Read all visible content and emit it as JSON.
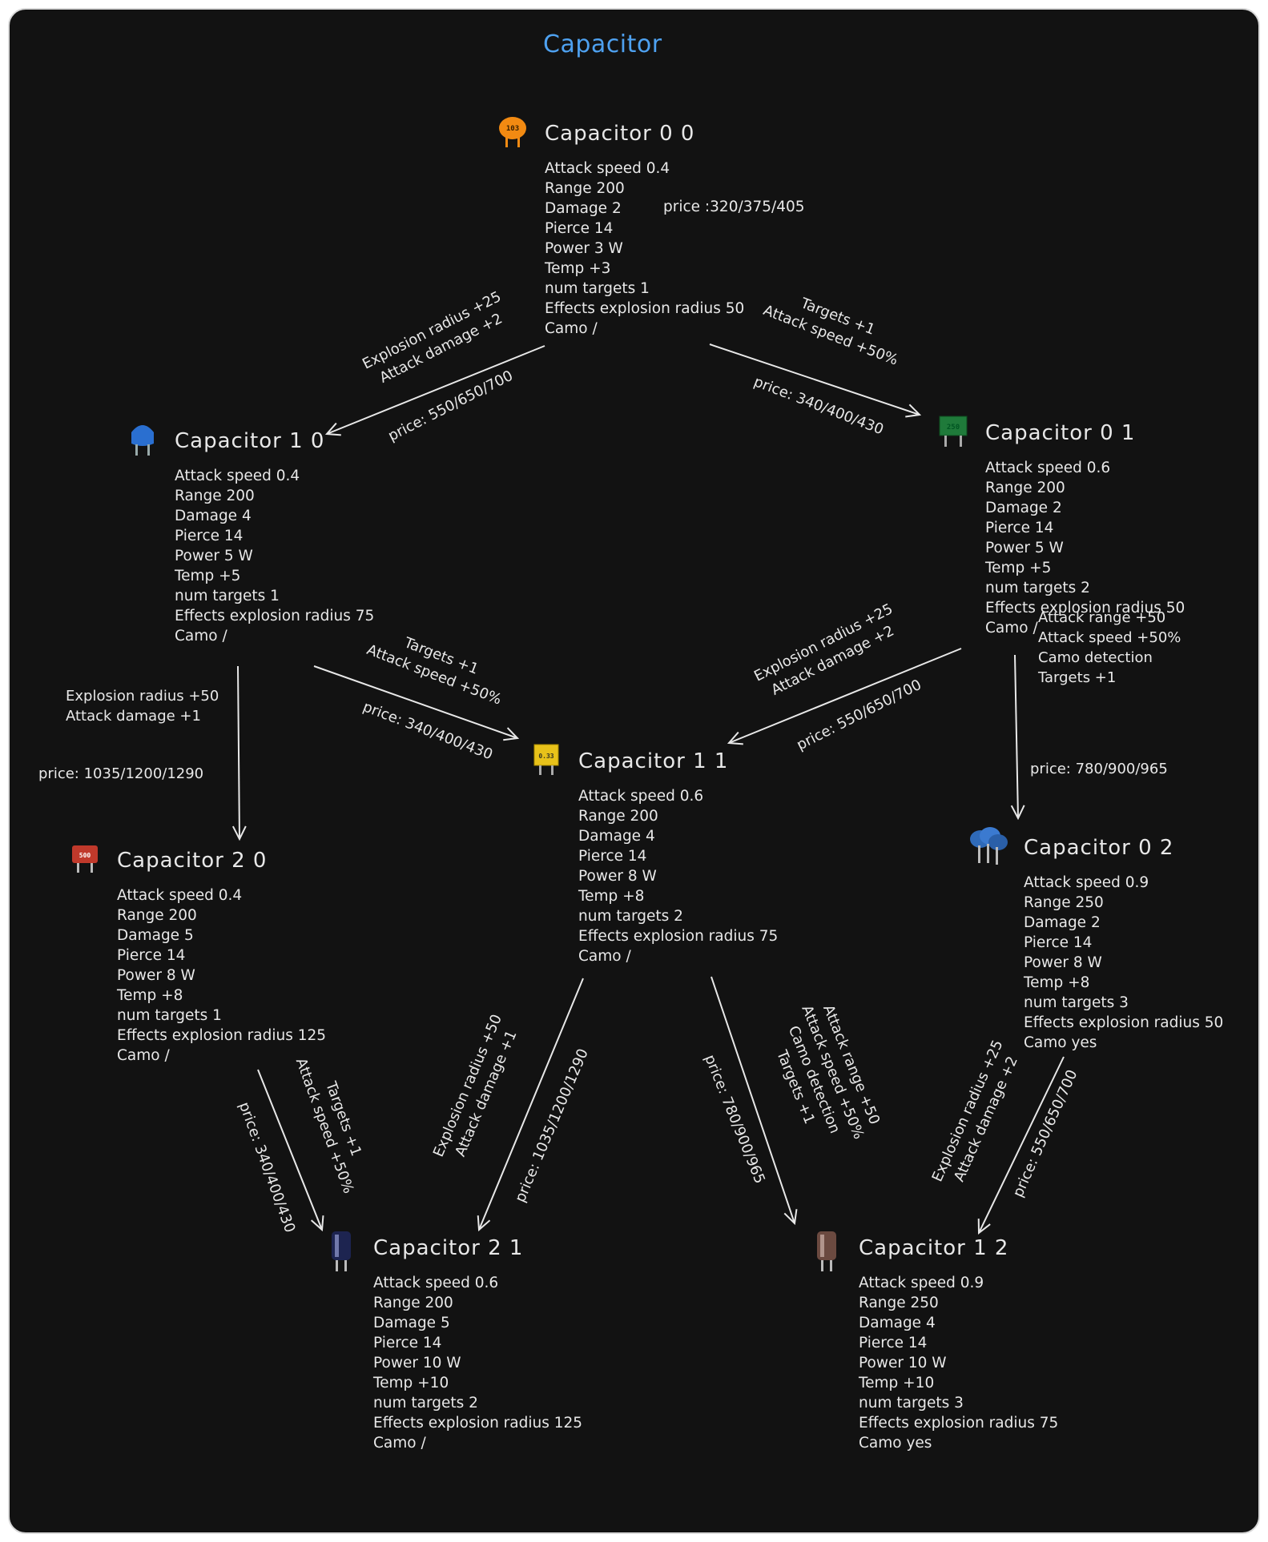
{
  "title": "Capacitor",
  "nodes": [
    {
      "id": "n00",
      "name": "Capacitor 0 0",
      "icon": "orange-ceramic-capacitor-icon",
      "icon_text": "103",
      "stats": [
        "Attack speed 0.4",
        "Range 200",
        "Damage 2",
        "Pierce 14",
        "Power 3 W",
        "Temp +3",
        "num targets 1",
        "Effects explosion radius 50",
        "Camo /"
      ],
      "price": "price :320/375/405"
    },
    {
      "id": "n10",
      "name": "Capacitor 1 0",
      "icon": "blue-ceramic-capacitor-icon",
      "stats": [
        "Attack speed 0.4",
        "Range 200",
        "Damage 4",
        "Pierce 14",
        "Power 5 W",
        "Temp +5",
        "num targets 1",
        "Effects explosion radius 75",
        "Camo /"
      ]
    },
    {
      "id": "n01",
      "name": "Capacitor 0 1",
      "icon": "green-box-capacitor-icon",
      "icon_text": "250",
      "stats": [
        "Attack speed 0.6",
        "Range 200",
        "Damage 2",
        "Pierce 14",
        "Power 5 W",
        "Temp +5",
        "num targets 2",
        "Effects explosion radius 50",
        "Camo /"
      ]
    },
    {
      "id": "n11",
      "name": "Capacitor 1 1",
      "icon": "yellow-box-capacitor-icon",
      "icon_text": "0.33",
      "stats": [
        "Attack speed 0.6",
        "Range 200",
        "Damage 4",
        "Pierce 14",
        "Power 8 W",
        "Temp +8",
        "num targets 2",
        "Effects explosion radius 75",
        "Camo /"
      ]
    },
    {
      "id": "n20",
      "name": "Capacitor 2 0",
      "icon": "red-box-capacitor-icon",
      "icon_text": "500",
      "stats": [
        "Attack speed 0.4",
        "Range 200",
        "Damage 5",
        "Pierce 14",
        "Power 8 W",
        "Temp +8",
        "num targets 1",
        "Effects explosion radius 125",
        "Camo /"
      ]
    },
    {
      "id": "n02",
      "name": "Capacitor 0 2",
      "icon": "blue-capacitor-cluster-icon",
      "stats": [
        "Attack speed 0.9",
        "Range 250",
        "Damage 2",
        "Pierce 14",
        "Power 8 W",
        "Temp +8",
        "num targets 3",
        "Effects explosion radius 50",
        "Camo yes"
      ]
    },
    {
      "id": "n21",
      "name": "Capacitor 2 1",
      "icon": "navy-electrolytic-capacitor-icon",
      "stats": [
        "Attack speed 0.6",
        "Range 200",
        "Damage 5",
        "Pierce 14",
        "Power 10 W",
        "Temp +10",
        "num targets 2",
        "Effects explosion radius 125",
        "Camo /"
      ]
    },
    {
      "id": "n12",
      "name": "Capacitor 1 2",
      "icon": "brown-electrolytic-capacitor-icon",
      "stats": [
        "Attack speed 0.9",
        "Range 250",
        "Damage 4",
        "Pierce 14",
        "Power 10 W",
        "Temp +10",
        "num targets 3",
        "Effects explosion radius 75",
        "Camo yes"
      ]
    }
  ],
  "edges": [
    {
      "id": "e00_10",
      "upgrade": [
        "Explosion radius +25",
        "Attack damage +2"
      ],
      "price": "price: 550/650/700"
    },
    {
      "id": "e00_01",
      "upgrade": [
        "Targets +1",
        "Attack speed +50%"
      ],
      "price": "price: 340/400/430"
    },
    {
      "id": "e10_11",
      "upgrade": [
        "Targets +1",
        "Attack speed +50%"
      ],
      "price": "price: 340/400/430"
    },
    {
      "id": "e01_11",
      "upgrade": [
        "Explosion radius +25",
        "Attack damage +2"
      ],
      "price": "price: 550/650/700"
    },
    {
      "id": "e10_20",
      "upgrade": [
        "Explosion radius +50",
        "Attack damage +1"
      ],
      "price": "price: 1035/1200/1290"
    },
    {
      "id": "e01_02",
      "upgrade": [
        "Attack range +50",
        "Attack speed +50%",
        "Camo detection",
        "Targets +1"
      ],
      "price": "price: 780/900/965"
    },
    {
      "id": "e20_21",
      "upgrade": [
        "Targets +1",
        "Attack speed +50%"
      ],
      "price": "price: 340/400/430"
    },
    {
      "id": "e11_21",
      "upgrade": [
        "Explosion radius +50",
        "Attack damage +1"
      ],
      "price": "price: 1035/1200/1290"
    },
    {
      "id": "e11_12",
      "upgrade": [
        "Attack range +50",
        "Attack speed +50%",
        "Camo detection",
        "Targets +1"
      ],
      "price": "price: 780/900/965"
    },
    {
      "id": "e02_12",
      "upgrade": [
        "Explosion radius +25",
        "Attack damage +2"
      ],
      "price": "price: 550/650/700"
    }
  ],
  "colors": {
    "background": "#121212",
    "text": "#e8e8e8",
    "title": "#4ea1f0",
    "arrow": "#e8e8e8"
  }
}
